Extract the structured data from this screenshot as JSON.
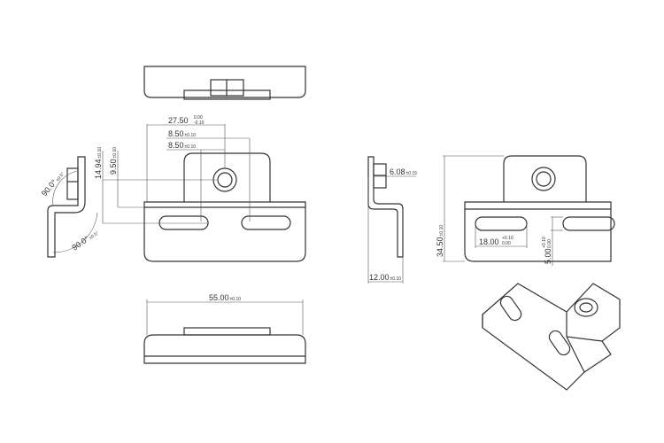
{
  "dimensions": {
    "width_total": {
      "value": "27.50",
      "tol_upper": "0.00",
      "tol_lower": "-0.10"
    },
    "hole_offset_1": {
      "value": "8.50",
      "tol": "±0.10"
    },
    "hole_offset_2": {
      "value": "8.50",
      "tol": "±0.10"
    },
    "height_1": {
      "value": "14.94",
      "tol": "±0.10"
    },
    "height_2": {
      "value": "9.50",
      "tol": "±0.10"
    },
    "angle_1": {
      "value": "90.0°",
      "tol": "±0.5°"
    },
    "angle_2": {
      "value": "90.0°",
      "tol": "±0.5°"
    },
    "depth_tab": {
      "value": "6.08",
      "tol": "±0.15"
    },
    "height_total": {
      "value": "34.50",
      "tol": "±0.10"
    },
    "slot_length": {
      "value": "18.00",
      "tol_upper": "+0.10",
      "tol_lower": "0.00"
    },
    "slot_width": {
      "value": "5.00",
      "tol_upper": "+0.10",
      "tol_lower": "0.00"
    },
    "depth_total": {
      "value": "12.00",
      "tol": "±0.10"
    },
    "length_total": {
      "value": "55.00",
      "tol": "±0.10"
    }
  }
}
